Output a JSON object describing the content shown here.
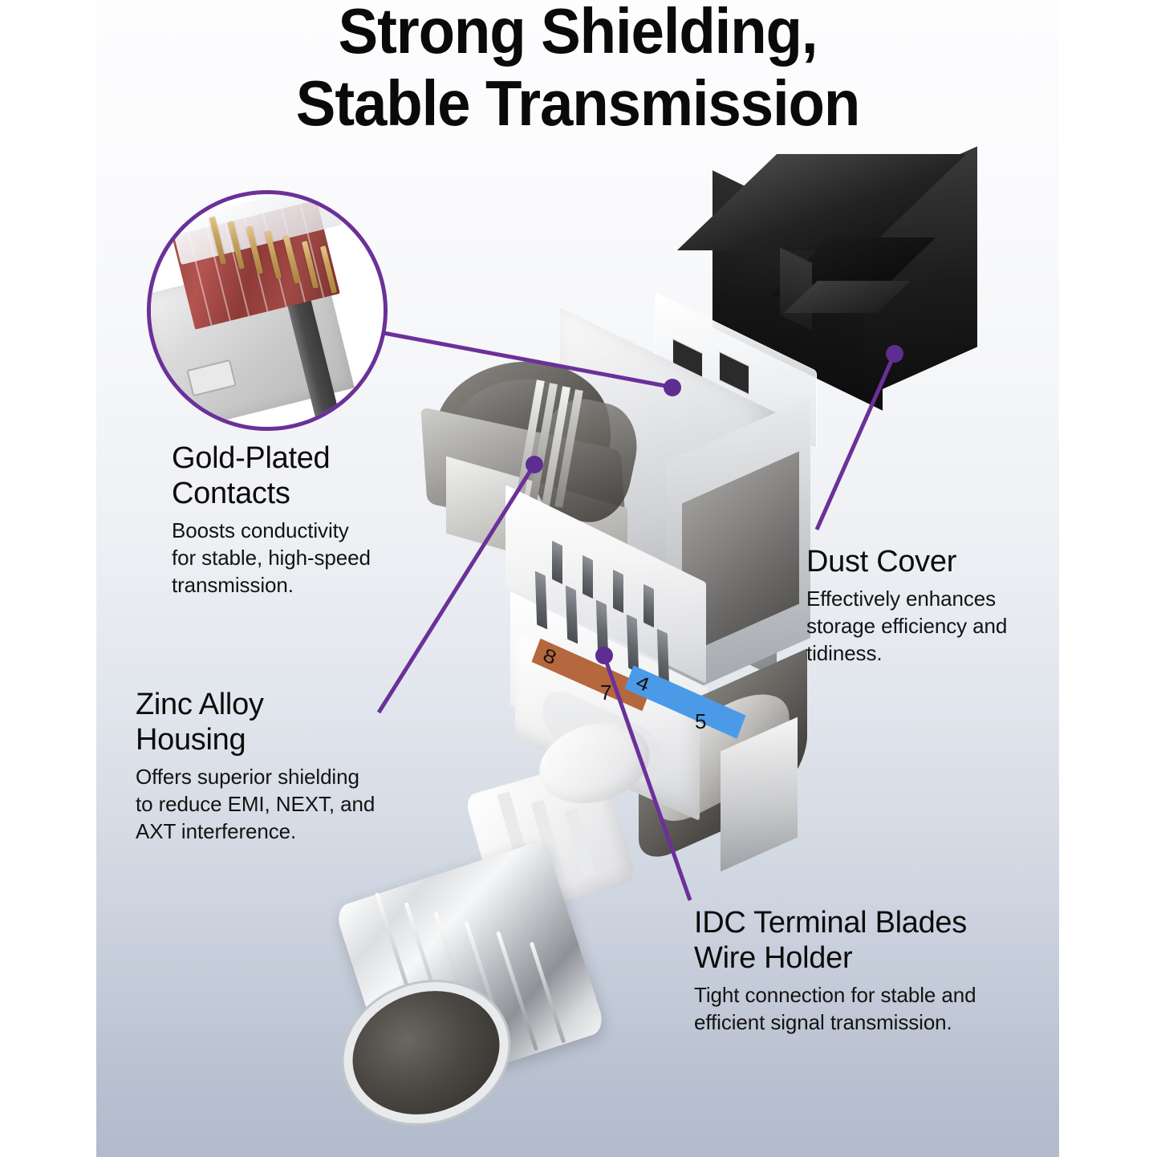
{
  "title": "Strong Shielding,\nStable Transmission",
  "accent_colors": {
    "leader_purple": "#6b3099",
    "dot_purple": "#5e2d91",
    "circle_stroke": "#6b3099",
    "band_brown": "#b5673e",
    "band_blue": "#4b9ae8",
    "panel_gradient_top": "#fdfdfe",
    "panel_gradient_bottom": "#b2bbcb",
    "text_dark": "#0c0c0c"
  },
  "callouts": [
    {
      "id": "gold-plated-contacts",
      "heading": "Gold-Plated\nContacts",
      "body": "Boosts conductivity\nfor stable, high-speed\ntransmission."
    },
    {
      "id": "zinc-alloy-housing",
      "heading": "Zinc Alloy\nHousing",
      "body": "Offers superior shielding\nto reduce EMI, NEXT, and\nAXT interference."
    },
    {
      "id": "dust-cover",
      "heading": "Dust Cover",
      "body": "Effectively enhances\nstorage efficiency and\ntidiness."
    },
    {
      "id": "idc-terminal-blades-wire-holder",
      "heading": "IDC Terminal Blades\nWire Holder",
      "body": "Tight connection for stable and\nefficient signal transmission."
    }
  ],
  "wire_labels": {
    "brown_band": {
      "color": "#b5673e",
      "numbers": "8"
    },
    "brown_outside": "7",
    "blue_band": {
      "color": "#4b9ae8",
      "numbers": "4"
    },
    "blue_outside": "5"
  },
  "magnifier": {
    "name": "gold-plated-contacts-magnifier",
    "depicts": "rj45-plug-gold-contact-pins"
  },
  "parts": [
    {
      "name": "dust-cover",
      "finish": "matte-black"
    },
    {
      "name": "shielded-keystone-jack-body",
      "finish": "zinc-alloy-metal"
    },
    {
      "name": "idc-terminal-blades",
      "finish": "steel"
    },
    {
      "name": "wire-holder-front-plate",
      "finish": "white-plastic"
    },
    {
      "name": "strain-relief-cage",
      "finish": "white-plastic"
    },
    {
      "name": "crimp-cap",
      "finish": "chrome-metal"
    }
  ]
}
